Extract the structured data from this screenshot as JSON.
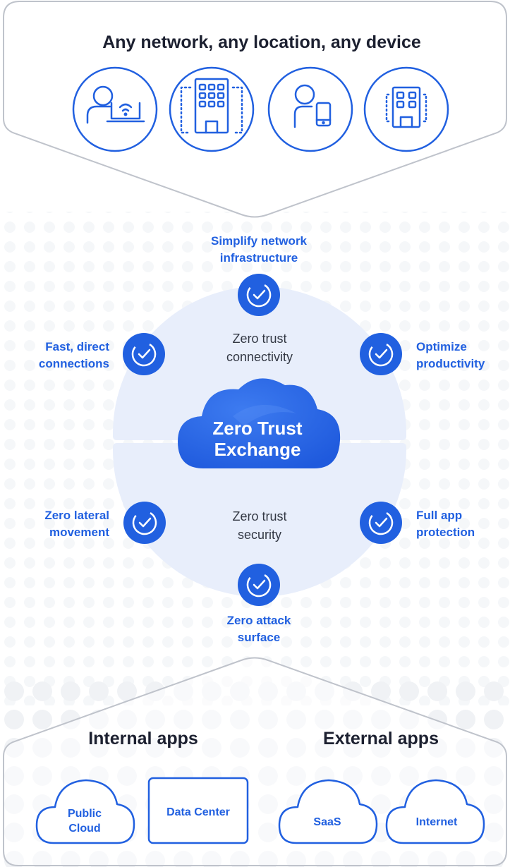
{
  "colors": {
    "accent": "#2160E0",
    "accent_light": "#5B93F6",
    "panel_border": "#BFC3CB",
    "ring_fill": "#E8EEFB",
    "dot_pattern": "#EEF0F4",
    "heading_text": "#1C2030",
    "body_text": "#333844"
  },
  "top_panel": {
    "heading": "Any network, any location, any device",
    "icons": [
      "remote-worker-laptop-icon",
      "headquarters-building-icon",
      "mobile-user-icon",
      "branch-office-icon"
    ]
  },
  "hub": {
    "title_line1": "Zero Trust",
    "title_line2": "Exchange",
    "upper_label_line1": "Zero trust",
    "upper_label_line2": "connectivity",
    "lower_label_line1": "Zero trust",
    "lower_label_line2": "security"
  },
  "benefits": {
    "top": {
      "line1": "Simplify network",
      "line2": "infrastructure"
    },
    "upper_left": {
      "line1": "Fast, direct",
      "line2": "connections"
    },
    "upper_right": {
      "line1": "Optimize",
      "line2": "productivity"
    },
    "lower_left": {
      "line1": "Zero lateral",
      "line2": "movement"
    },
    "lower_right": {
      "line1": "Full app",
      "line2": "protection"
    },
    "bottom": {
      "line1": "Zero attack",
      "line2": "surface"
    }
  },
  "bottom_panel": {
    "internal_heading": "Internal apps",
    "external_heading": "External apps",
    "public_cloud_line1": "Public",
    "public_cloud_line2": "Cloud",
    "data_center": "Data Center",
    "saas": "SaaS",
    "internet": "Internet"
  }
}
